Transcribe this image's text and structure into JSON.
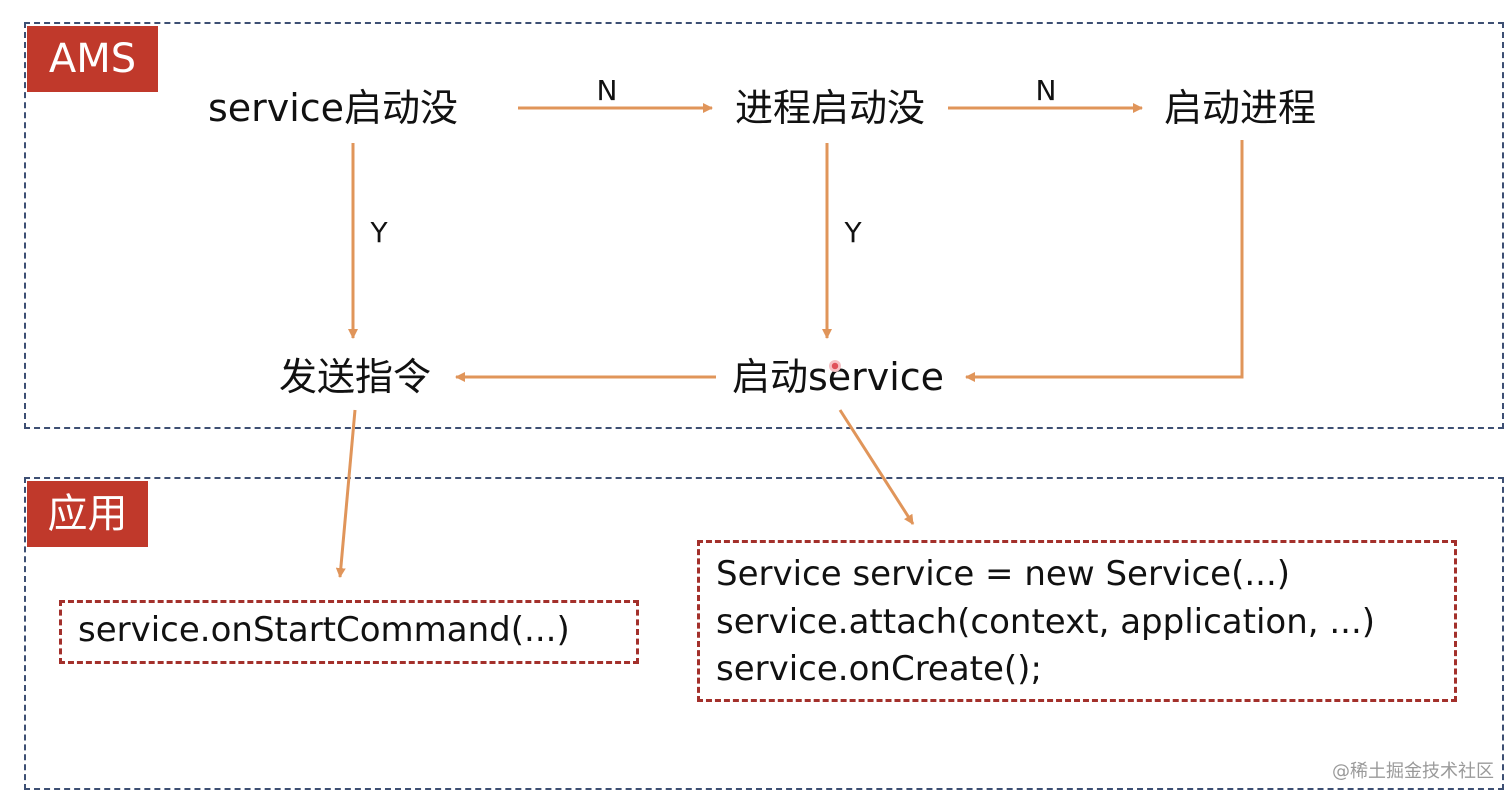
{
  "regions": {
    "ams": {
      "label": "AMS"
    },
    "app": {
      "label": "应用"
    }
  },
  "nodes": {
    "service_started": "service启动没",
    "process_started": "进程启动没",
    "start_process": "启动进程",
    "send_command": "发送指令",
    "start_service": "启动service"
  },
  "edge_labels": {
    "no_1": "N",
    "no_2": "N",
    "yes_1": "Y",
    "yes_2": "Y"
  },
  "code": {
    "start_command": [
      "service.onStartCommand(...)"
    ],
    "create_service": [
      "Service service = new Service(...)",
      "service.attach(context, application, ...)",
      "service.onCreate();"
    ]
  },
  "watermark": "@稀土掘金技术社区",
  "colors": {
    "region_border": "#3d4f73",
    "tag_background": "#c0392b",
    "arrow": "#e0955a",
    "code_border": "#a3302b"
  }
}
